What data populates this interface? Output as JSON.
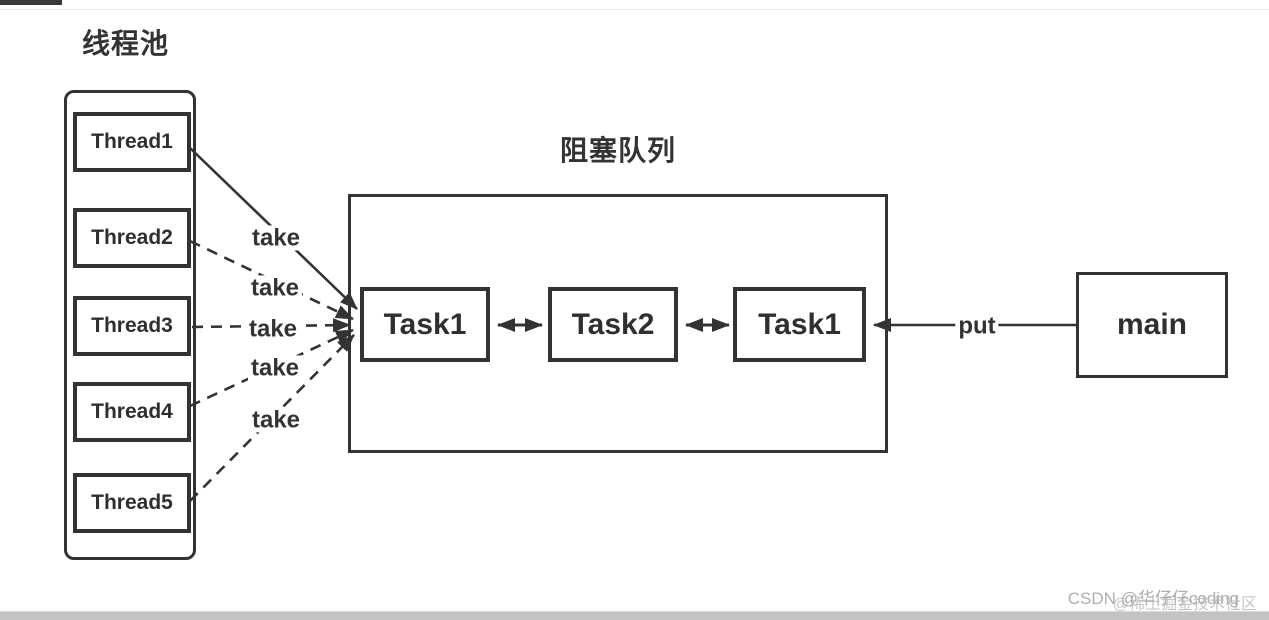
{
  "diagram": {
    "pool": {
      "title": "线程池",
      "threads": [
        "Thread1",
        "Thread2",
        "Thread3",
        "Thread4",
        "Thread5"
      ]
    },
    "queue": {
      "title": "阻塞队列",
      "tasks": [
        "Task1",
        "Task2",
        "Task1"
      ]
    },
    "main_label": "main",
    "take_labels": [
      "take",
      "take",
      "take",
      "take",
      "take"
    ],
    "put_label": "put",
    "colors": {
      "line": "#333333",
      "text": "#2f2f2f",
      "watermark_front": "#aeaeae",
      "watermark_back": "#c6c6c6",
      "bottom_bar": "#c3c3c3"
    }
  },
  "watermark": {
    "primary": "CSDN @华仔仔coding",
    "secondary": "@稀土掘金技术社区"
  }
}
